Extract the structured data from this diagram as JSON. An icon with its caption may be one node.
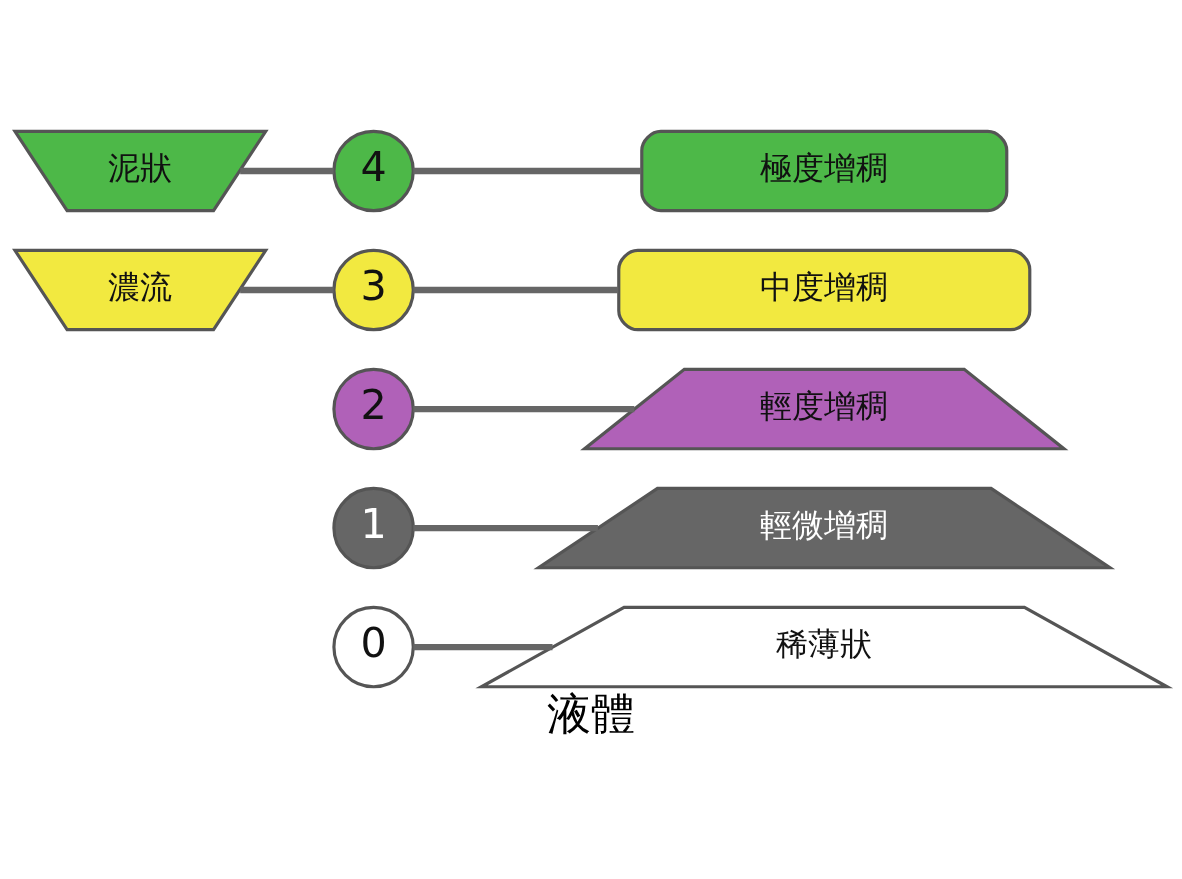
{
  "diagram": {
    "caption": "液體",
    "nodes": [
      {
        "text": [
          "泥狀"
        ]
      },
      {
        "text": [
          "4"
        ]
      },
      {
        "text": [
          "極度增稠"
        ]
      },
      {
        "text": [
          "濃流"
        ]
      },
      {
        "text": [
          "3"
        ]
      },
      {
        "text": [
          "中度增稠"
        ]
      },
      {
        "text": [
          "2"
        ]
      },
      {
        "text": [
          "輕度增稠"
        ]
      },
      {
        "text": [
          "1"
        ]
      },
      {
        "text": [
          "輕微增稠"
        ]
      },
      {
        "text": [
          "0"
        ]
      },
      {
        "text": [
          "稀薄狀"
        ]
      }
    ],
    "edges": [
      {
        "from": 0,
        "to": 1,
        "arrow": "none"
      },
      {
        "from": 1,
        "to": 2,
        "arrow": "none"
      },
      {
        "from": 3,
        "to": 4,
        "arrow": "none"
      },
      {
        "from": 4,
        "to": 5,
        "arrow": "none"
      },
      {
        "from": 6,
        "to": 7,
        "arrow": "none"
      },
      {
        "from": 8,
        "to": 9,
        "arrow": "none"
      },
      {
        "from": 10,
        "to": 11,
        "arrow": "none"
      }
    ]
  }
}
